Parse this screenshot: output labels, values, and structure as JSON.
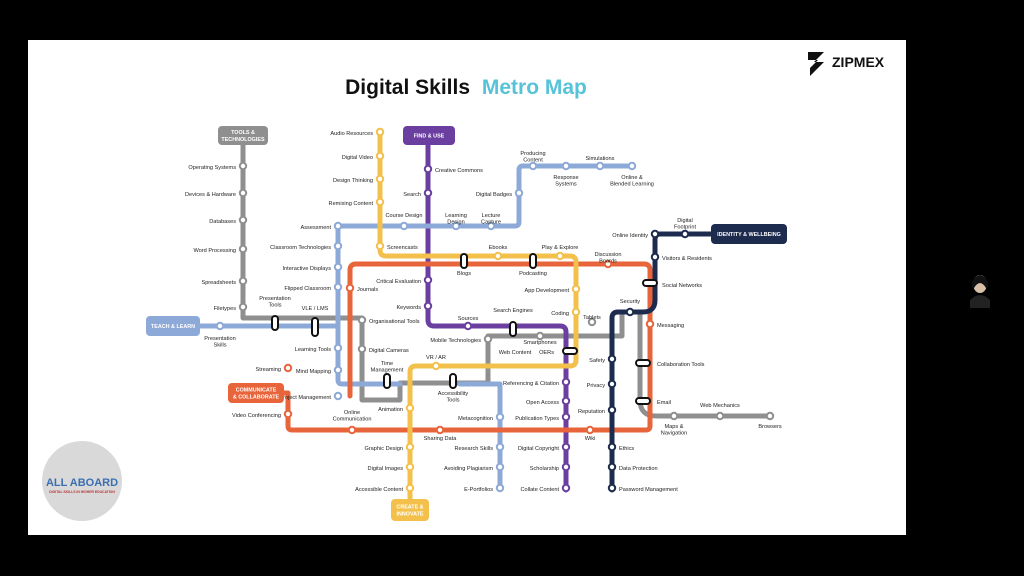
{
  "title_main": "Digital Skills",
  "title_accent": "Metro Map",
  "brand": "ZIPMEX",
  "logo": {
    "main": "ALL ABOARD",
    "sub": "DIGITAL SKILLS IN HIGHER EDUCATION"
  },
  "colors": {
    "tools": "#8f8f8f",
    "find": "#6b3fa0",
    "teach": "#8da9d8",
    "comm": "#e8643a",
    "create": "#f3c14b",
    "identity": "#1d2b4f",
    "title_accent": "#56c3d8"
  },
  "hubs": {
    "tools": [
      "TOOLS &",
      "TECHNOLOGIES"
    ],
    "find": [
      "FIND & USE"
    ],
    "teach": [
      "TEACH & LEARN"
    ],
    "comm": [
      "COMMUNICATE",
      "& COLLABORATE"
    ],
    "create": [
      "CREATE &",
      "INNOVATE"
    ],
    "identity": [
      "IDENTITY & WELLBEING"
    ]
  },
  "stations": {
    "audio_resources": "Audio Resources",
    "digital_video": "Digital Video",
    "design_thinking": "Design Thinking",
    "remixing_content": "Remixing Content",
    "creative_commons": "Creative Commons",
    "search": "Search",
    "producing_content": "Producing Content",
    "response_systems": "Response Systems",
    "simulations": "Simulations",
    "online_blended": "Online & Blended Learning",
    "digital_badges": "Digital Badges",
    "operating_systems": "Operating Systems",
    "devices_hardware": "Devices & Hardware",
    "databases": "Databases",
    "word_processing": "Word Processing",
    "spreadsheets": "Spreadsheets",
    "filetypes": "Filetypes",
    "course_design": "Course Design",
    "learning_design": "Learning Design",
    "lecture_capture": "Lecture Capture",
    "assessment": "Assessment",
    "classroom_tech": "Classroom Technologies",
    "interactive_displays": "Interactive Displays",
    "flipped_classroom": "Flipped Classroom",
    "screencasts": "Screencasts",
    "ebooks": "Ebooks",
    "play_explore": "Play & Explore",
    "discussion_boards": "Discussion Boards",
    "blogs": "Blogs",
    "podcasting": "Podcasting",
    "critical_evaluation": "Critical Evaluation",
    "journals": "Journals",
    "app_development": "App Development",
    "keywords": "Keywords",
    "online_identity": "Online Identity",
    "digital_footprint": "Digital Footprint",
    "visitors_residents": "Visitors & Residents",
    "social_networks": "Social Networks",
    "presentation_tools": "Presentation Tools",
    "vle_lms": "VLE / LMS",
    "organisational_tools": "Organisational Tools",
    "sources": "Sources",
    "search_engines": "Search Engines",
    "coding": "Coding",
    "tablets": "Tablets",
    "security": "Security",
    "messaging": "Messaging",
    "presentation_skills": "Presentation Skills",
    "mobile_tech": "Mobile Technologies",
    "smartphones": "Smartphones",
    "learning_tools": "Learning Tools",
    "digital_cameras": "Digital Cameras",
    "vr_ar": "VR / AR",
    "web_content": "Web Content",
    "oers": "OERs",
    "safety": "Safety",
    "collaboration_tools": "Collaboration Tools",
    "streaming": "Streaming",
    "mind_mapping": "Mind Mapping",
    "time_management": "Time Management",
    "referencing": "Referencing & Citation",
    "privacy": "Privacy",
    "project_management": "Project Management",
    "accessibility_tools": "Accessibility Tools",
    "open_access": "Open Access",
    "email": "Email",
    "web_mechanics": "Web Mechanics",
    "animation": "Animation",
    "reputation": "Reputation",
    "video_conferencing": "Video Conferencing",
    "online_communication": "Online Communication",
    "metacognition": "Metacognition",
    "publication_types": "Publication Types",
    "maps_navigation": "Maps & Navigation",
    "browsers": "Browsers",
    "sharing_data": "Sharing Data",
    "wiki": "Wiki",
    "graphic_design": "Graphic Design",
    "research_skills": "Research Skills",
    "digital_copyright": "Digital Copyright",
    "ethics": "Ethics",
    "digital_images": "Digital Images",
    "avoiding_plagiarism": "Avoiding Plagiarism",
    "scholarship": "Scholarship",
    "data_protection": "Data Protection",
    "accessible_content": "Accessible Content",
    "e_portfolios": "E-Portfolios",
    "collate_content": "Collate Content",
    "password_management": "Password Management"
  }
}
